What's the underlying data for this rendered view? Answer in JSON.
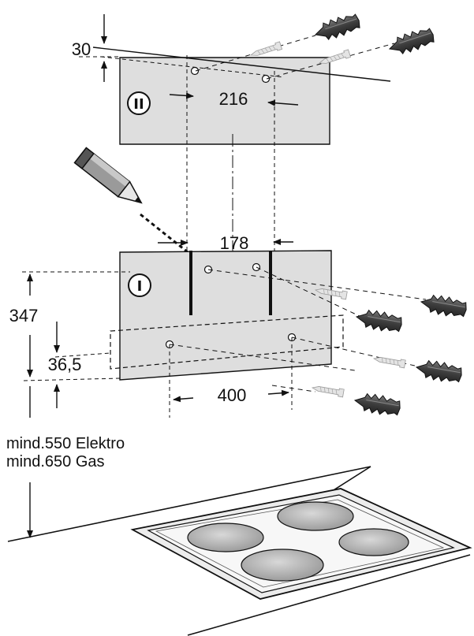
{
  "dimensions": {
    "top_offset": "30",
    "upper_hole_spacing": "216",
    "lower_hole_spacing": "178",
    "template_height": "347",
    "lower_offset": "36,5",
    "lower_width": "400"
  },
  "templates": {
    "upper_label": "II",
    "lower_label": "I"
  },
  "notes": {
    "min_electric": "mind.550 Elektro",
    "min_gas": "mind.650 Gas"
  },
  "colors": {
    "template_fill": "#d9d9d9",
    "line": "#111111",
    "dowel_dark": "#555555",
    "dowel_light": "#cfcfcf",
    "burner": "#bdbdbd"
  },
  "icons": [
    "pencil-icon",
    "dowel-icon",
    "screw-icon",
    "hob-icon"
  ]
}
